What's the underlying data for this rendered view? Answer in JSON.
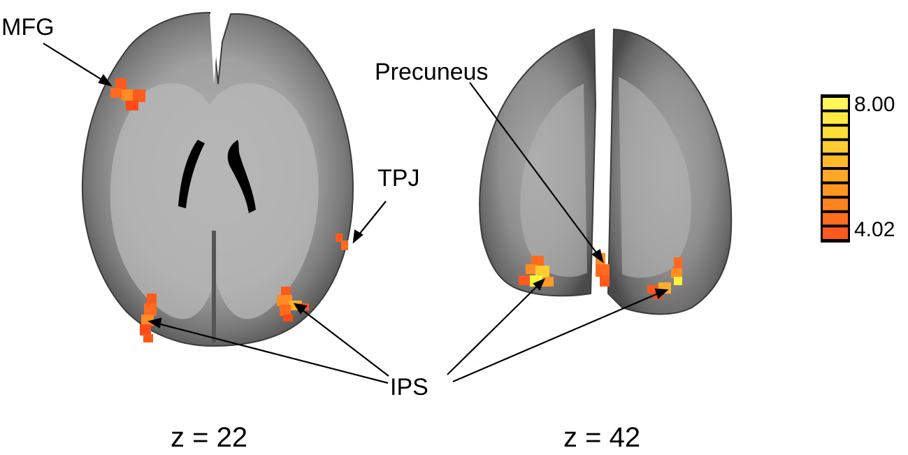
{
  "figure": {
    "labels": {
      "mfg": "MFG",
      "tpj": "TPJ",
      "precuneus": "Precuneus",
      "ips": "IPS"
    },
    "slices": [
      "z = 22",
      "z = 42"
    ],
    "colorbar": {
      "max_label": "8.00",
      "min_label": "4.02",
      "max": 8.0,
      "min": 4.02,
      "colors": [
        "#ff5a1e",
        "#ff6e1e",
        "#ff8220",
        "#ff9622",
        "#ffa826",
        "#ffba2a",
        "#ffcc30",
        "#ffdc38",
        "#ffea44",
        "#fff65a"
      ]
    },
    "colors": {
      "brain_outer": "#5c5c5c",
      "brain_white": "#a4a4a4",
      "ventricle": "#000000",
      "activation_low": "#ff4a1a",
      "activation_mid": "#ff8c1e",
      "activation_high": "#fff23a"
    }
  }
}
